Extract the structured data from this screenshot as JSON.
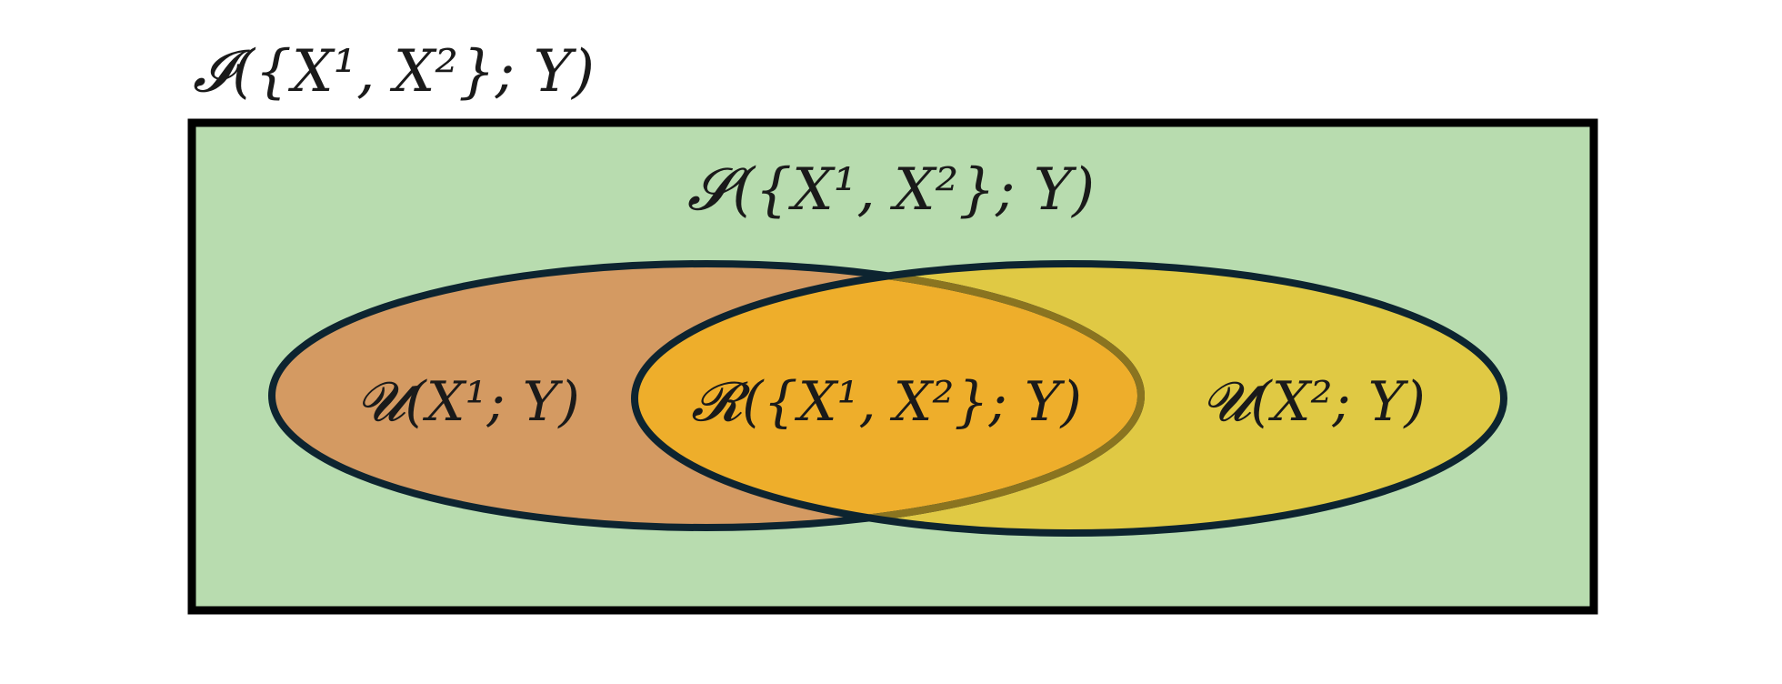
{
  "diagram": {
    "outer_label": "𝓘({X¹, X²}; Y)",
    "synergy_label": "𝓢({X¹, X²}; Y)",
    "unique1_label": "𝓤(X¹; Y)",
    "redundancy_label": "𝓡({X¹, X²}; Y)",
    "unique2_label": "𝓤(X²; Y)",
    "colors": {
      "synergy_box": "#b8dcaf",
      "box_stroke": "#000000",
      "ellipse1_fill": "#d49a62",
      "ellipse2_fill": "#e0c944",
      "overlap_fill": "#eeae2b",
      "ellipse_stroke": "#0d2430",
      "overlap_stroke": "#8a7420"
    }
  }
}
